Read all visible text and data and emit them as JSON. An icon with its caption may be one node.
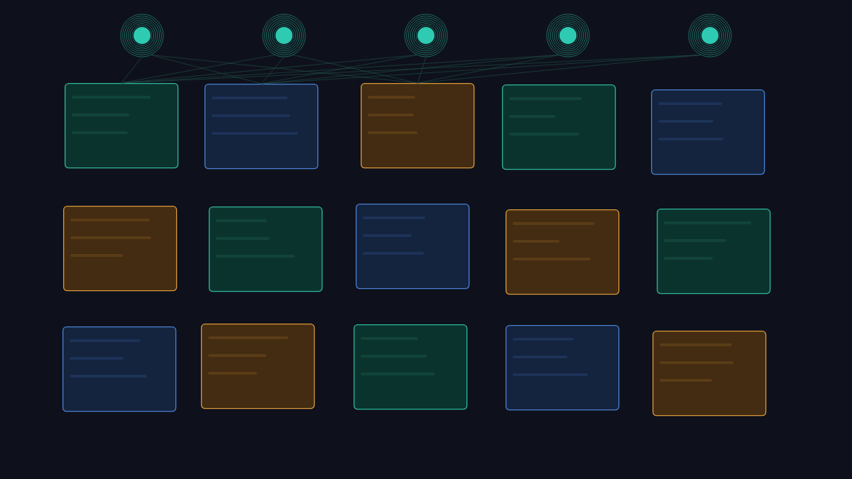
{
  "diagram": {
    "nodes": [
      {
        "text": [],
        "shape": "circle"
      },
      {
        "text": [],
        "shape": "circle"
      },
      {
        "text": [],
        "shape": "circle"
      },
      {
        "text": [],
        "shape": "circle"
      },
      {
        "text": [],
        "shape": "circle"
      },
      {
        "text": [],
        "shape": "box"
      },
      {
        "text": [],
        "shape": "box"
      },
      {
        "text": [],
        "shape": "box"
      },
      {
        "text": [],
        "shape": "box"
      },
      {
        "text": [],
        "shape": "box"
      },
      {
        "text": [],
        "shape": "box"
      },
      {
        "text": [],
        "shape": "box"
      },
      {
        "text": [],
        "shape": "box"
      },
      {
        "text": [],
        "shape": "box"
      },
      {
        "text": [],
        "shape": "box"
      },
      {
        "text": [],
        "shape": "box"
      },
      {
        "text": [],
        "shape": "box"
      },
      {
        "text": [],
        "shape": "box"
      },
      {
        "text": [],
        "shape": "box"
      },
      {
        "text": [],
        "shape": "box"
      }
    ],
    "edges": [
      {
        "from": 0,
        "to": 5,
        "arrow": "none"
      },
      {
        "from": 0,
        "to": 6,
        "arrow": "none"
      },
      {
        "from": 0,
        "to": 7,
        "arrow": "none"
      },
      {
        "from": 1,
        "to": 5,
        "arrow": "none"
      },
      {
        "from": 1,
        "to": 6,
        "arrow": "none"
      },
      {
        "from": 1,
        "to": 7,
        "arrow": "none"
      },
      {
        "from": 2,
        "to": 5,
        "arrow": "none"
      },
      {
        "from": 2,
        "to": 6,
        "arrow": "none"
      },
      {
        "from": 2,
        "to": 7,
        "arrow": "none"
      },
      {
        "from": 3,
        "to": 5,
        "arrow": "none"
      },
      {
        "from": 3,
        "to": 6,
        "arrow": "none"
      },
      {
        "from": 3,
        "to": 7,
        "arrow": "none"
      },
      {
        "from": 4,
        "to": 5,
        "arrow": "none"
      },
      {
        "from": 4,
        "to": 6,
        "arrow": "none"
      },
      {
        "from": 4,
        "to": 7,
        "arrow": "none"
      }
    ]
  }
}
